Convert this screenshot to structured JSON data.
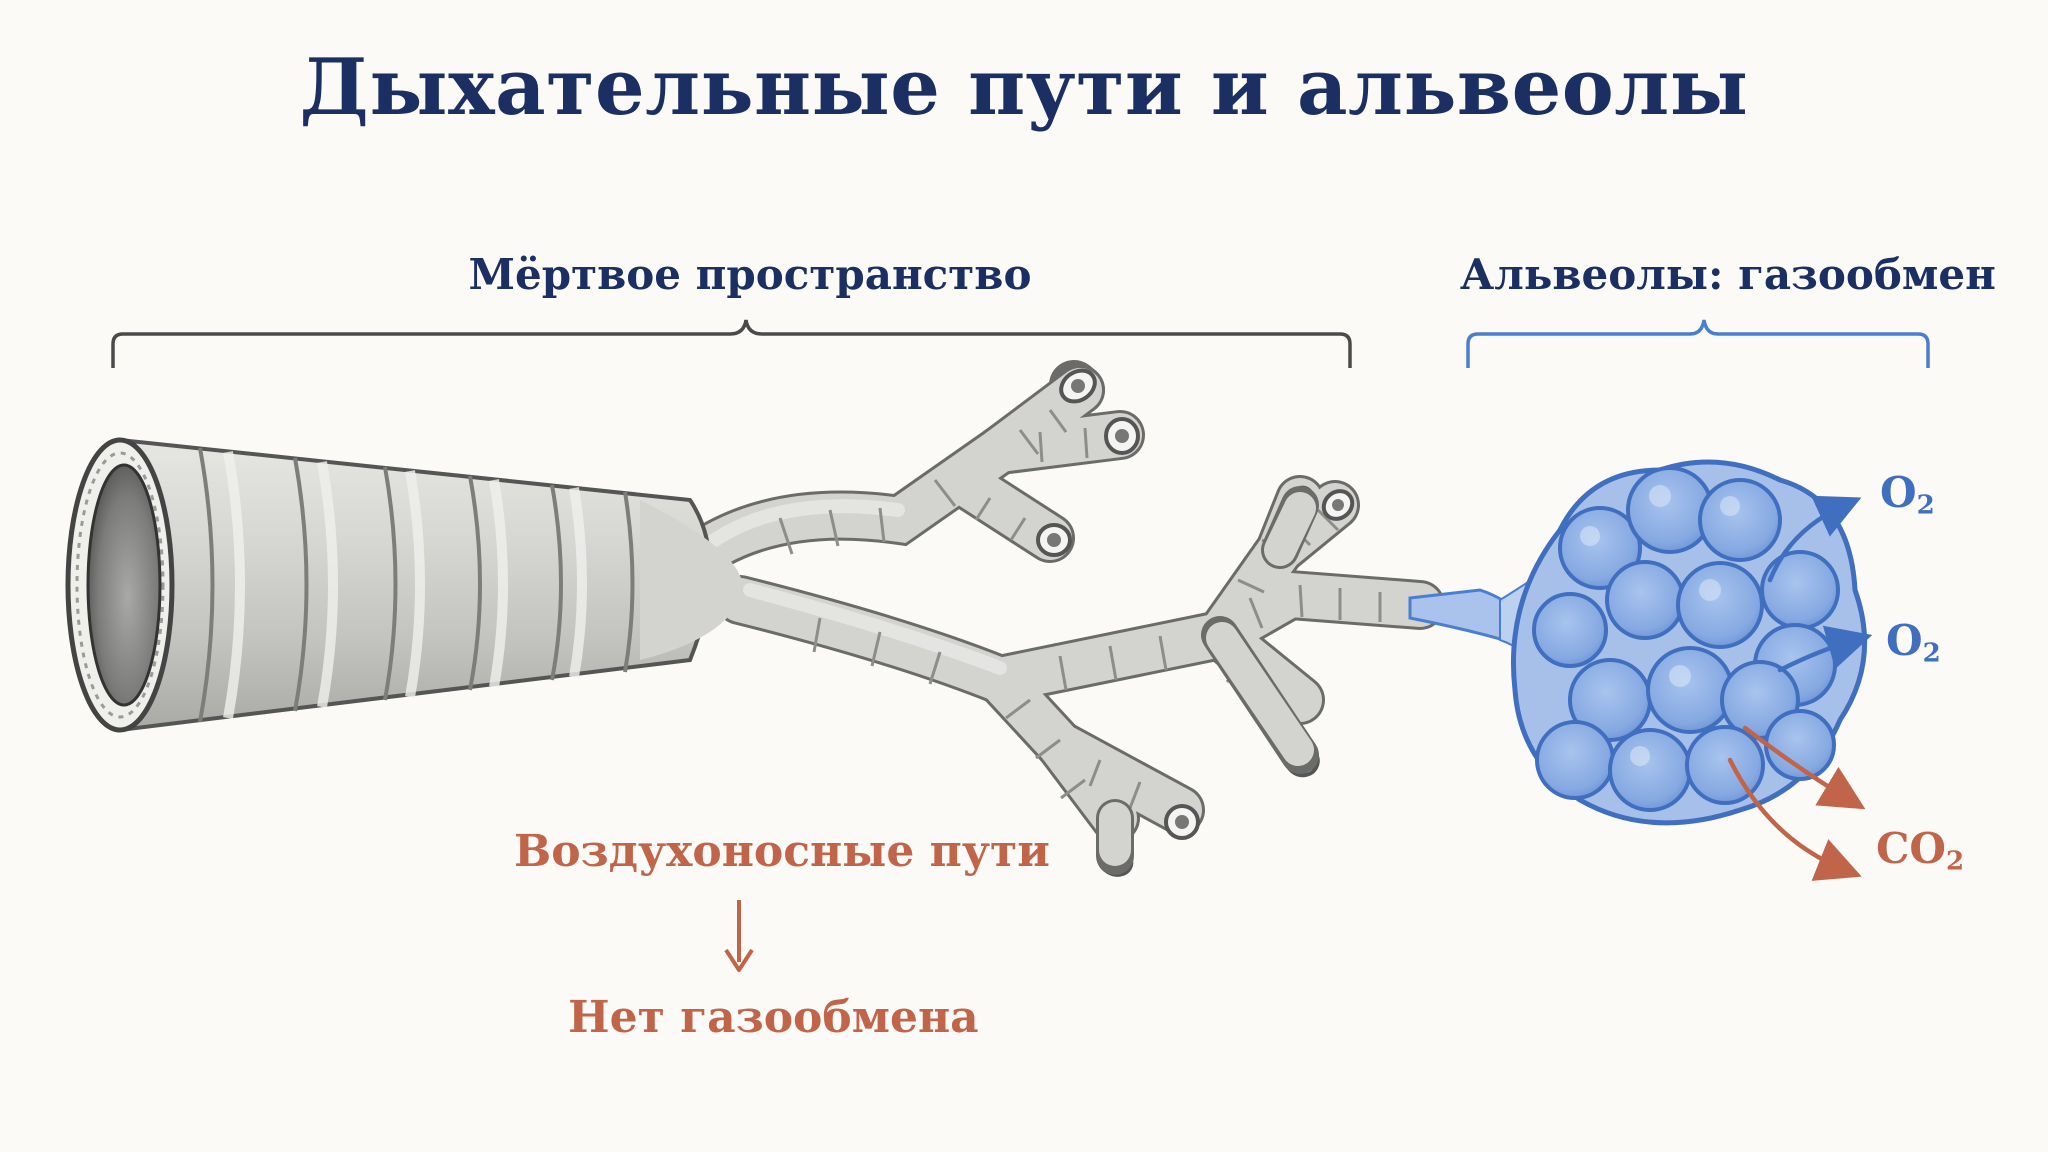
{
  "title": "Дыхательные пути и альвеолы",
  "sections": {
    "dead_space": "Мёртвое пространство",
    "alveoli": "Альвеолы: газообмен"
  },
  "airways": {
    "label": "Воздухоносные пути",
    "result": "Нет газообмена"
  },
  "gases": {
    "o2_top": {
      "symbol": "O",
      "subscript": "2"
    },
    "o2_mid": {
      "symbol": "O",
      "subscript": "2"
    },
    "co2": {
      "symbol": "CO",
      "subscript": "2"
    }
  },
  "colors": {
    "title": "#1b2f63",
    "airway_text": "#c0654a",
    "oxygen": "#3f6fbe",
    "carbon_dioxide": "#c0654a",
    "airway_tissue": "#cfcfcc",
    "alveolus_fill": "#8fb1e6",
    "bracket_gray": "#4a4a4a",
    "bracket_blue": "#4a7fd0"
  }
}
